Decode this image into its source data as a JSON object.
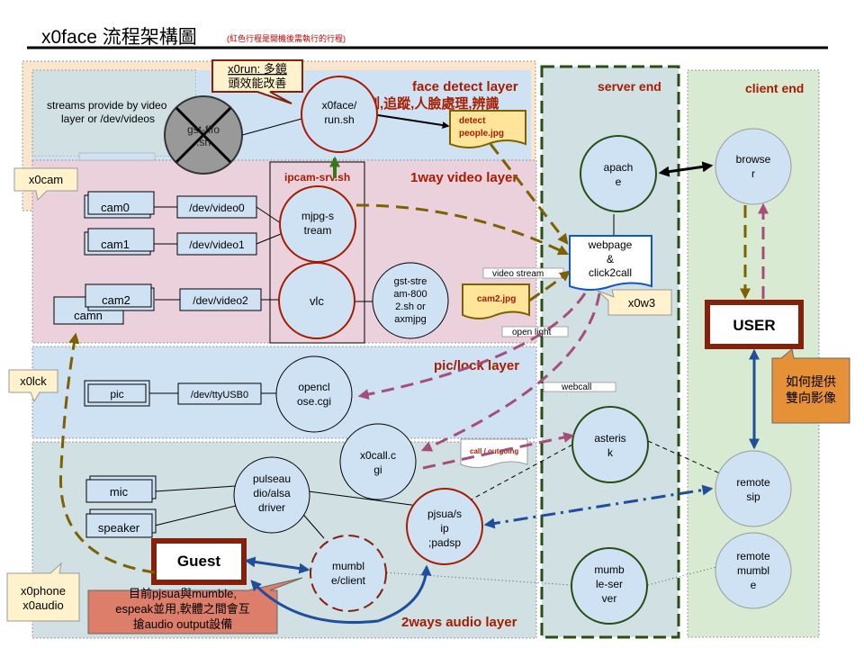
{
  "title": {
    "main": "x0face 流程架構圖",
    "note": "(紅色行程是開機後需執行的行程)"
  },
  "layers": {
    "face": "face detect layer",
    "face_sub": "偵測,追蹤,人臉處理,辨識",
    "video": "1way video layer",
    "pic": "pic/lock layer",
    "audio": "2ways audio layer",
    "server": "server end",
    "client": "client end"
  },
  "streams_text": [
    "streams provide by video",
    "layer or /dev/videos"
  ],
  "gst_fifo": [
    "gst-fifo",
    ".sh"
  ],
  "x0face_run": [
    "x0face/",
    "run.sh"
  ],
  "x0run_note": [
    "x0run: 多鏡",
    "頭效能改善"
  ],
  "detect_file": [
    "detect",
    "people.jpg"
  ],
  "x0cam": "x0cam",
  "x0lck": "x0lck",
  "x0w3": "x0w3",
  "x0phone": [
    "x0phone",
    "x0audio"
  ],
  "ipcam_label": "ipcam-srv.sh",
  "cams": {
    "cam0": "cam0",
    "cam1": "cam1",
    "cam2": "cam2",
    "camn": "camn"
  },
  "devs": {
    "v0": "/dev/video0",
    "v1": "/dev/video1",
    "v2": "/dev/video2",
    "tty": "/dev/ttyUSB0"
  },
  "mjpg": [
    "mjpg-s",
    "tream"
  ],
  "vlc": "vlc",
  "gst_stream": [
    "gst-stre",
    "am-800",
    "2.sh or",
    "axmjpg"
  ],
  "cam2_file": "cam2.jpg",
  "video_stream": "video stream",
  "open_light": "open light",
  "webcall": "webcall",
  "call_outgoing": "call / outgoing",
  "pic": "pic",
  "openclose": [
    "opencl",
    "ose.cgi"
  ],
  "x0call": [
    "x0call.c",
    "gi"
  ],
  "mic": "mic",
  "speaker": "speaker",
  "pulse": [
    "pulseau",
    "dio/alsa",
    "driver"
  ],
  "mumble_client": [
    "mumbl",
    "e/client"
  ],
  "pjsua": [
    "pjsua/s",
    "ip",
    ";padsp"
  ],
  "guest": "Guest",
  "guest_note": [
    "目前pjsua與mumble,",
    "espeak並用,軟體之間會互",
    "搶audio output設備"
  ],
  "apache": [
    "apach",
    "e"
  ],
  "webpage": [
    "webpage",
    "&",
    "click2call"
  ],
  "asterisk": [
    "asteris",
    "k"
  ],
  "mumble_server": [
    "mumb",
    "le-ser",
    "ver"
  ],
  "browser": [
    "browse",
    "r"
  ],
  "user": "USER",
  "user_note": [
    "如何提供",
    "雙向影像"
  ],
  "remote_sip": [
    "remote",
    "sip"
  ],
  "remote_mumble": [
    "remote",
    "mumbl",
    "e"
  ]
}
